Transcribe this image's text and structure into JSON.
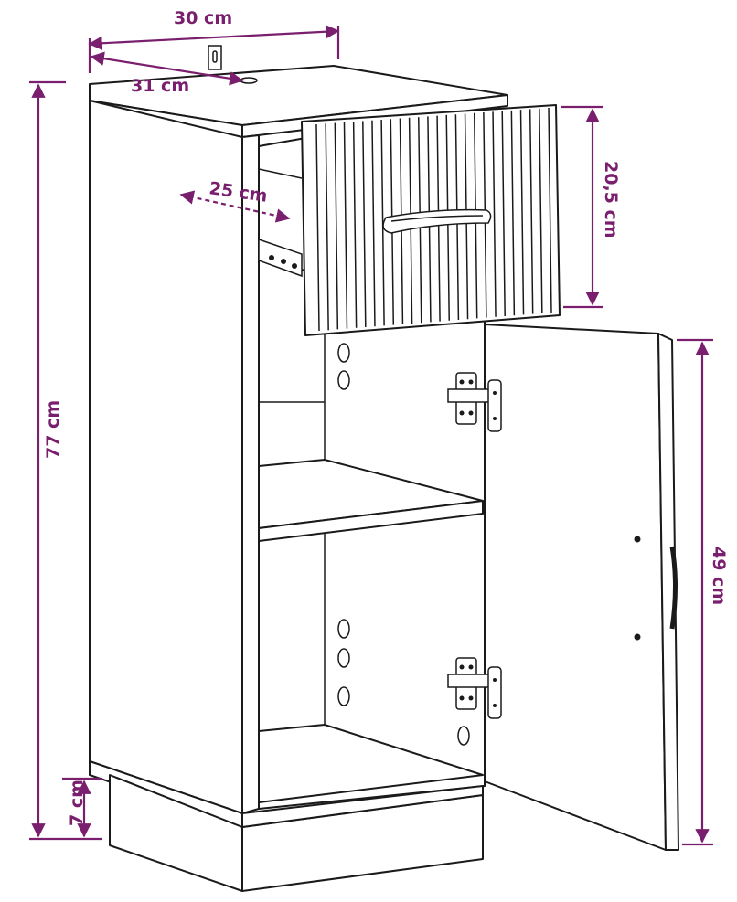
{
  "dimensions": {
    "width_top": "30 cm",
    "depth_top": "31 cm",
    "drawer_depth": "25 cm",
    "drawer_height": "20,5 cm",
    "total_height": "77 cm",
    "door_height": "49 cm",
    "plinth_height": "7 cm"
  },
  "colors": {
    "dimension": "#7a1f6e",
    "outline": "#1a1a1a",
    "background": "#ffffff"
  }
}
